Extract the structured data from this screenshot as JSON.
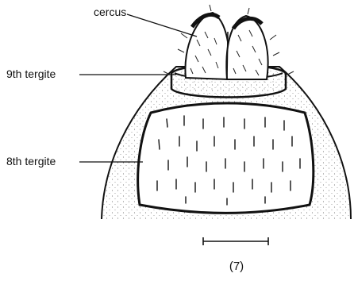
{
  "figure": {
    "labels": {
      "cercus": "cercus",
      "ninth_tergite": "9th tergite",
      "eighth_tergite": "8th tergite"
    },
    "caption": "(7)"
  }
}
